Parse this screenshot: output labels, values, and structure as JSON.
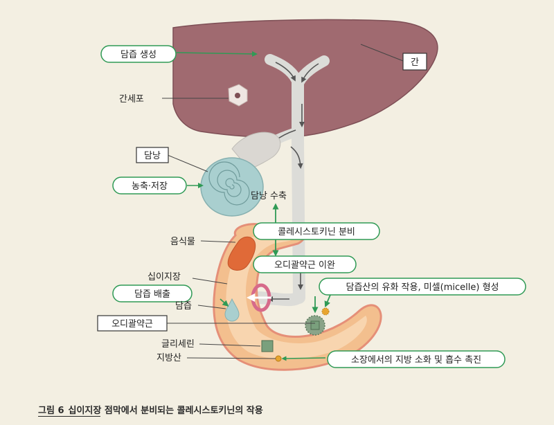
{
  "labels": {
    "bile_production": "담즙 생성",
    "liver": "간",
    "hepatocyte": "간세포",
    "gallbladder": "담낭",
    "concentration_storage": "농축·저장",
    "gallbladder_contraction": "담낭 수축",
    "cck_secretion": "콜레시스토키닌 분비",
    "food": "음식물",
    "sphincter_relaxation": "오디괄약근 이완",
    "duodenum": "십이지장",
    "bile_salt_action": "담즙산의 유화 작용, 미셀(micelle) 형성",
    "bile_excretion": "담즙 배출",
    "bile": "담즙",
    "sphincter_of_oddi": "오디괄약근",
    "glycerin": "글리세린",
    "fatty_acid": "지방산",
    "fat_digestion": "소장에서의 지방 소화 및 흡수 촉진"
  },
  "caption": {
    "figure_number": "그림 6",
    "title": "십이지장 점막에서 분비되는 콜레시스토키닌의 작용"
  },
  "colors": {
    "liver": "#a06a70",
    "gallbladder": "#a9cfcf",
    "duct": "#dcdcd8",
    "intestine_outer": "#f3bf8e",
    "intestine_inner": "#f8d0a8",
    "intestine_edge": "#e58f78",
    "food": "#e06a38",
    "glycerin": "#7aa07d",
    "fatty_acid": "#e8a530",
    "arrow": "#2f9a55"
  }
}
